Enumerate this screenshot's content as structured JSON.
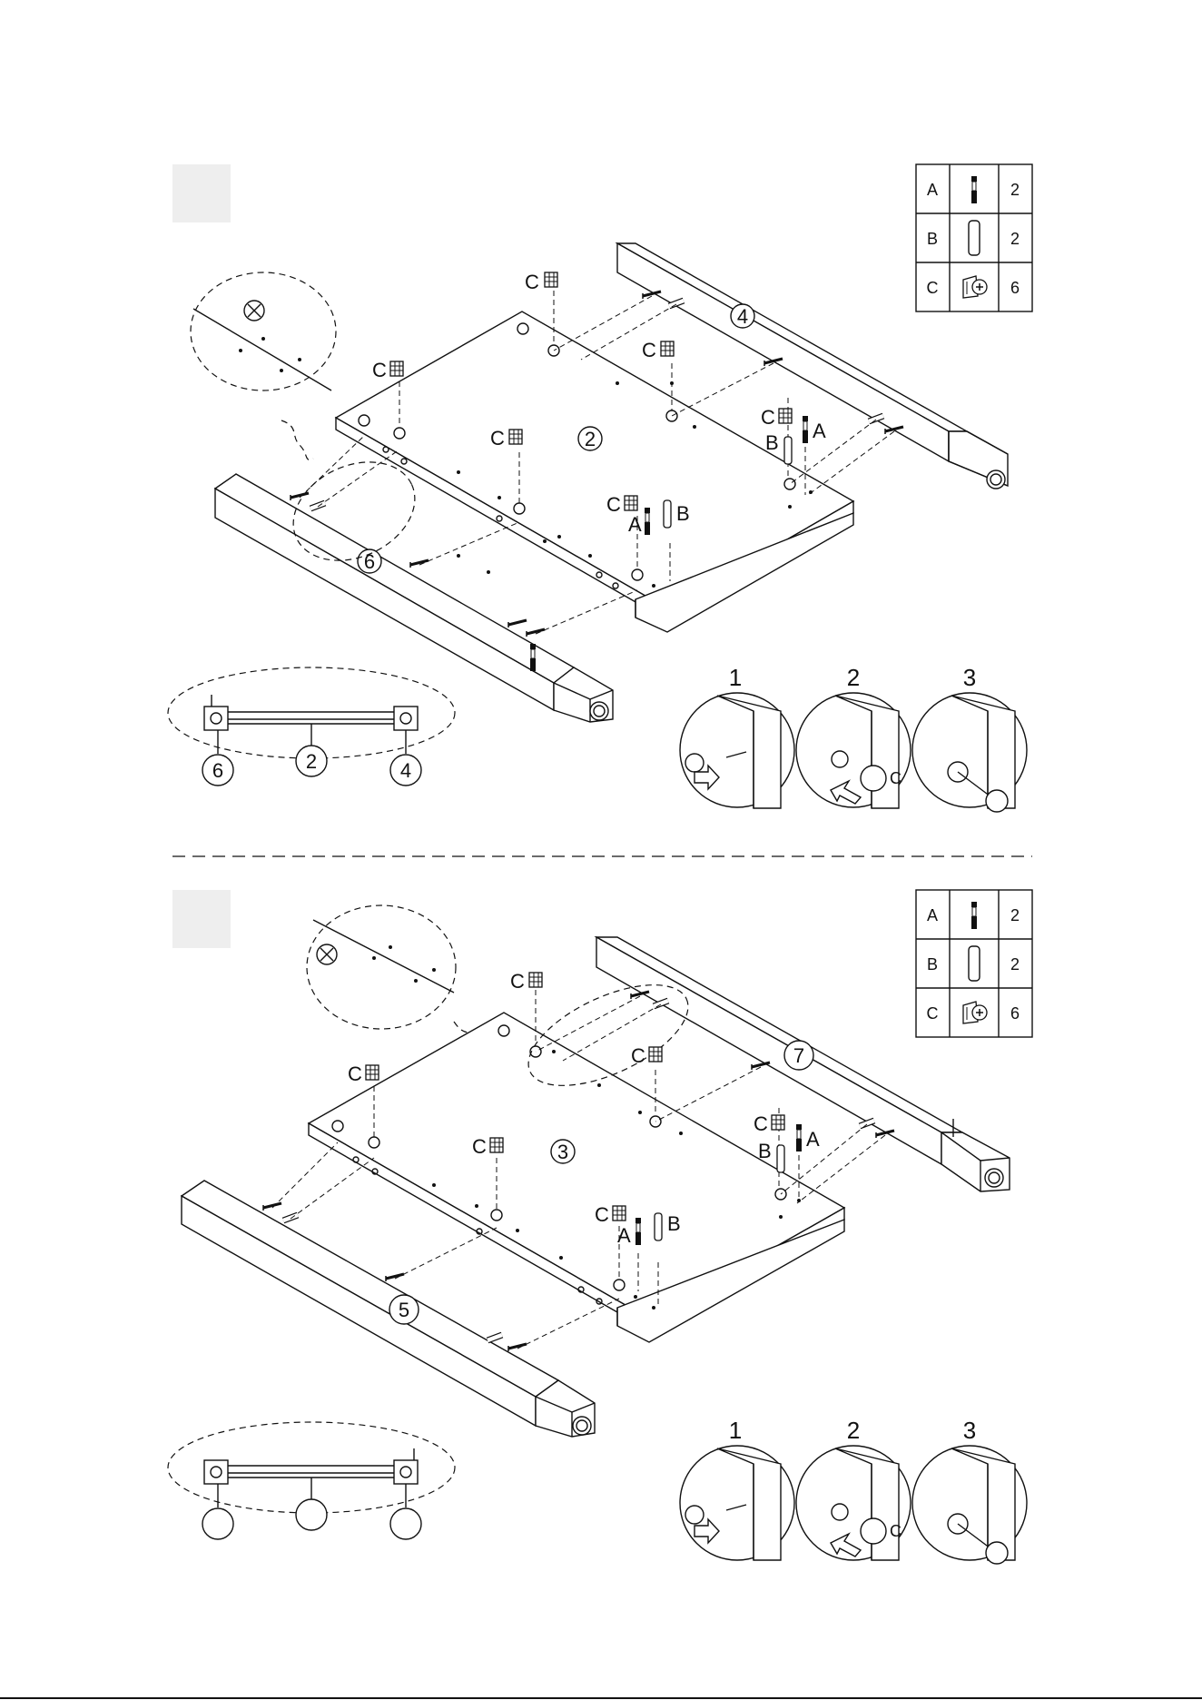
{
  "parts_table_1": {
    "rows": [
      {
        "label": "A",
        "icon": "cam-bolt-icon",
        "qty": "2"
      },
      {
        "label": "B",
        "icon": "wooden-dowel-icon",
        "qty": "2"
      },
      {
        "label": "C",
        "icon": "cam-lock-nut-icon",
        "qty": "6"
      }
    ]
  },
  "parts_table_2": {
    "rows": [
      {
        "label": "A",
        "icon": "cam-bolt-icon",
        "qty": "2"
      },
      {
        "label": "B",
        "icon": "wooden-dowel-icon",
        "qty": "2"
      },
      {
        "label": "C",
        "icon": "cam-lock-nut-icon",
        "qty": "6"
      }
    ]
  },
  "step1": {
    "panel_number": "2",
    "rail_right_number": "4",
    "rail_left_number": "6",
    "part_c": "C",
    "part_a": "A",
    "part_b": "B",
    "section_labels": [
      "6",
      "2",
      "4"
    ],
    "sub_steps": [
      "1",
      "2",
      "3"
    ],
    "sub_step_c": "C"
  },
  "step2": {
    "panel_number": "3",
    "rail_right_number": "7",
    "rail_left_number": "5",
    "part_c": "C",
    "part_a": "A",
    "part_b": "B",
    "sub_steps": [
      "1",
      "2",
      "3"
    ],
    "sub_step_c": "C"
  }
}
